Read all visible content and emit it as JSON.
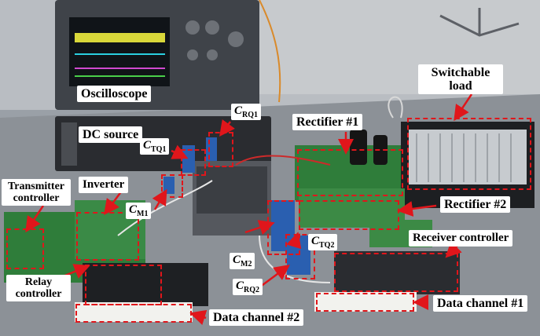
{
  "labels": {
    "oscilloscope": "Oscilloscope",
    "dc_source": "DC source",
    "transmitter_controller": "Transmitter controller",
    "inverter": "Inverter",
    "relay_controller": "Relay controller",
    "rectifier1": "Rectifier #1",
    "rectifier2": "Rectifier #2",
    "switchable_load": "Switchable load",
    "receiver_controller": "Receiver controller",
    "data_channel1": "Data channel #1",
    "data_channel2": "Data channel #2"
  },
  "symbols": {
    "crq1": {
      "base": "C",
      "sub": "RQ1"
    },
    "ctq1": {
      "base": "C",
      "sub": "TQ1"
    },
    "cm1": {
      "base": "C",
      "sub": "M1"
    },
    "ctq2": {
      "base": "C",
      "sub": "TQ2"
    },
    "cm2": {
      "base": "C",
      "sub": "M2"
    },
    "crq2": {
      "base": "C",
      "sub": "RQ2"
    }
  },
  "colors": {
    "annotation": "#e0161b",
    "label_bg": "#ffffff",
    "pcb_green": "#2f7d3a",
    "capacitor_blue": "#2a5fb0"
  }
}
